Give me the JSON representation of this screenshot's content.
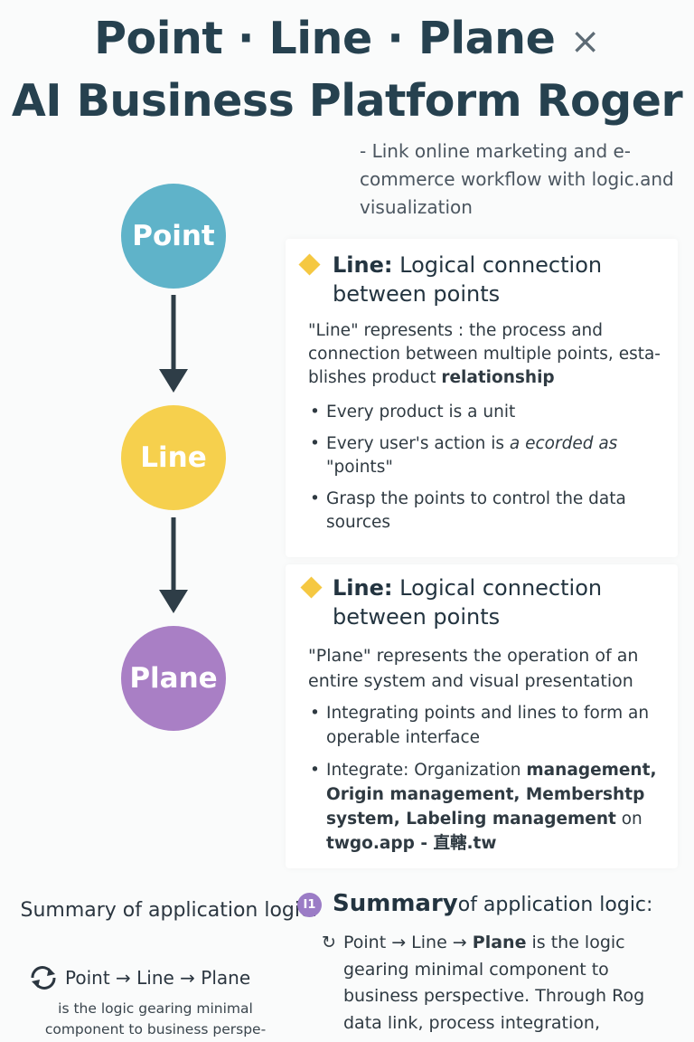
{
  "title": {
    "line1": "Point · Line · Plane",
    "cross": "×",
    "line2": "AI Business Platform Roger"
  },
  "subtitle": "- Link online marketing and e-commerce workflow with logic.and visualization",
  "flow": {
    "nodes": [
      {
        "label": "Point",
        "color": "#5fb3c9"
      },
      {
        "label": "Line",
        "color": "#f6d04d"
      },
      {
        "label": "Plane",
        "color": "#a97fc5"
      }
    ],
    "arrow_color": "#2e3d47"
  },
  "section1": {
    "heading_bold": "Line:",
    "heading_rest": " Logical connection between points",
    "para_text": "\"Line\" represents : the process and connection between multiple points, esta-blishes product ",
    "para_bold": "relationship",
    "bullets": [
      {
        "text": "Every product is a unit"
      },
      {
        "text": "Every user's action is ",
        "italic": "a ecorded as",
        "after": " \"points\""
      },
      {
        "text": "Grasp the points to control the data sources"
      }
    ]
  },
  "section2": {
    "heading_bold": "Line:",
    "heading_rest": " Logical connection between points",
    "para": "\"Plane\" represents the operation of an entire system and visual presentation",
    "bullet1": "Integrating points and lines to form an operable interface",
    "bullet2_text": "Integrate: Organization ",
    "bullet2_bold": "management, Origin management, Membershtp system, Labeling management",
    "bullet2_after": " on ",
    "bullet2_bold2": "twgo.app - 直轄.tw"
  },
  "summary_left": {
    "title": "Summary of application logic:",
    "flow": "Point → Line → Plane",
    "body": "is the logic gearing minimal component to business perspe-"
  },
  "summary_right": {
    "badge": "I1",
    "title_bold": "Summary",
    "title_rest": "of application logic:",
    "line1_prefix": "Point → Line → ",
    "line1_bold": "Plane",
    "line1_rest": " is the logic",
    "cont": "gearing minimal component to business perspective. Through  Rog data link, process integration,"
  }
}
